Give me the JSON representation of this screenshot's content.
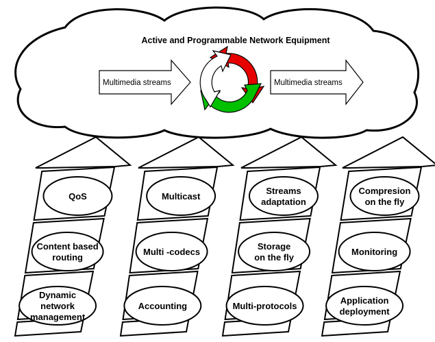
{
  "cloud": {
    "title": "Active and Programmable Network Equipment",
    "input_label": "Multimedia streams",
    "output_label": "Multimedia streams",
    "cycle_colors": [
      "#e60000",
      "#00c000",
      "#ffffff"
    ]
  },
  "columns": [
    {
      "items": [
        {
          "lines": [
            "QoS"
          ]
        },
        {
          "lines": [
            "Content based",
            "routing"
          ]
        },
        {
          "lines": [
            "Dynamic",
            "network",
            "management"
          ]
        }
      ]
    },
    {
      "items": [
        {
          "lines": [
            "Multicast"
          ]
        },
        {
          "lines": [
            "Multi -codecs"
          ]
        },
        {
          "lines": [
            "Accounting"
          ]
        }
      ]
    },
    {
      "items": [
        {
          "lines": [
            "Streams",
            "adaptation"
          ]
        },
        {
          "lines": [
            "Storage",
            "on the fly"
          ]
        },
        {
          "lines": [
            "Multi-protocols"
          ]
        }
      ]
    },
    {
      "items": [
        {
          "lines": [
            "Compresion",
            "on the fly"
          ]
        },
        {
          "lines": [
            "Monitoring"
          ]
        },
        {
          "lines": [
            "Application",
            "deployment"
          ]
        }
      ]
    }
  ]
}
